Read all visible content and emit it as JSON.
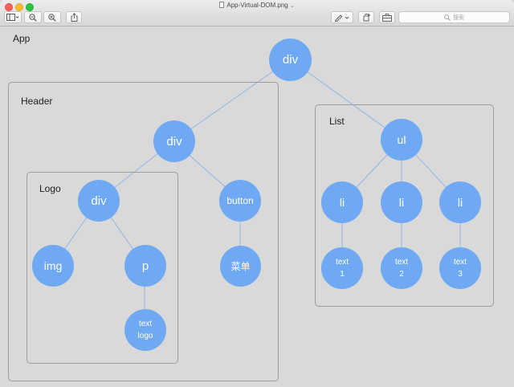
{
  "window": {
    "title": "App-Virtual-DOM.png",
    "title_chevron": "⌄"
  },
  "toolbar": {
    "buttons": [
      "sidebar-toggle",
      "zoom-out",
      "zoom-in",
      "share",
      "markup",
      "rotate",
      "toolbox"
    ],
    "search_placeholder": "搜索"
  },
  "diagram": {
    "groups": {
      "app": "App",
      "header": "Header",
      "logo": "Logo",
      "list": "List"
    },
    "nodes": {
      "root_div": "div",
      "header_div": "div",
      "logo_div": "div",
      "img": "img",
      "p": "p",
      "text_logo": [
        "text",
        "logo"
      ],
      "button": "button",
      "button_text": "菜单",
      "ul": "ul",
      "li_1": "li",
      "li_2": "li",
      "li_3": "li",
      "text_1": [
        "text",
        "1"
      ],
      "text_2": [
        "text",
        "2"
      ],
      "text_3": [
        "text",
        "3"
      ]
    },
    "colors": {
      "node_fill": "#70a9f3",
      "edge": "#8fb6e8",
      "box_border": "#9d9d9d",
      "background": "#d9d9d9"
    }
  }
}
